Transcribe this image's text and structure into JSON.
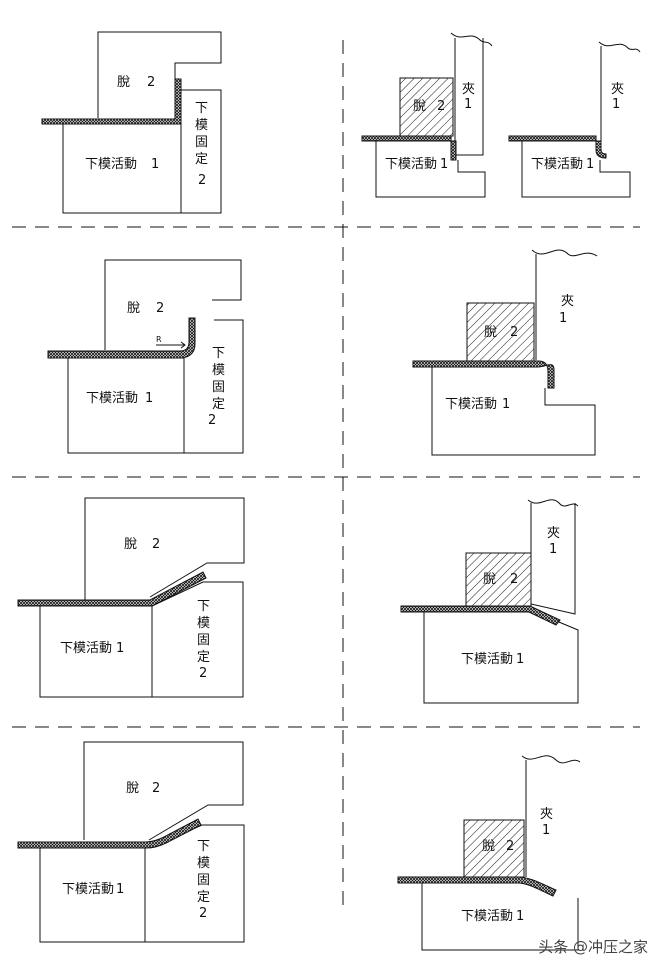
{
  "labels": {
    "stripper": "脫",
    "num2": "2",
    "num1": "1",
    "lower_moving": "下模活動",
    "fix_char_1": "下",
    "fix_char_2": "模",
    "fix_char_3": "固",
    "fix_char_4": "定",
    "clamp": "夾",
    "radius": "R"
  },
  "watermark": "头条 @冲压之家"
}
